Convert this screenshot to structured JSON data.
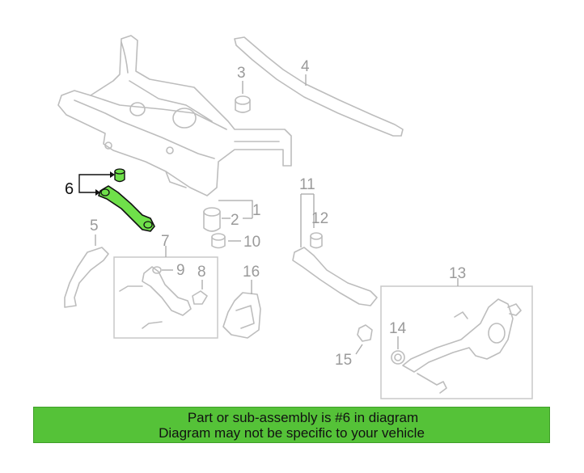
{
  "diagram": {
    "highlighted_part": "6",
    "highlight_color": "#55c238",
    "callouts": [
      "1",
      "2",
      "3",
      "4",
      "5",
      "6",
      "7",
      "8",
      "9",
      "10",
      "11",
      "12",
      "13",
      "14",
      "15",
      "16"
    ]
  },
  "banner": {
    "line1": "Part or sub-assembly is #6 in diagram",
    "line2": "Diagram may not be specific to your vehicle",
    "background": "#55c238"
  }
}
